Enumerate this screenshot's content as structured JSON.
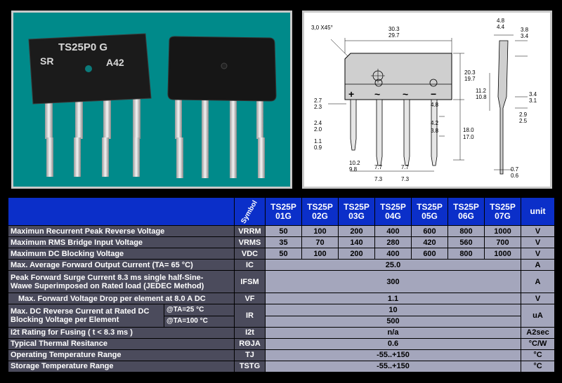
{
  "photo": {
    "left_part_marking_top": "TS25P0 G",
    "left_part_logo": "SR",
    "left_part_marking_bottom": "A42"
  },
  "drawing": {
    "chamfer": "3,0 X45°",
    "width_max": "30.3",
    "width_min": "29.7",
    "body_height_max": "20.3",
    "body_height_min": "19.7",
    "pin_top_max": "2.7",
    "pin_top_min": "2.3",
    "hole_dim": "4.8",
    "pin_width_max": "2.4",
    "pin_width_min": "2.0",
    "pin_thick_max": "1.1",
    "pin_thick_min": "0.9",
    "side_gap_max": "4.2",
    "side_gap_min": "3.8",
    "lead_len_max": "18.0",
    "lead_len_min": "17.0",
    "first_pitch_max": "10.2",
    "first_pitch_min": "9.8",
    "pitch2_max": "7.7",
    "pitch2_min": "7.3",
    "pitch3_max": "7.7",
    "pitch3_min": "7.3",
    "side_thick_max": "4.8",
    "side_thick_min": "4.4",
    "side_top_max": "3.8",
    "side_top_min": "3.4",
    "side_body_max": "11.2",
    "side_body_min": "10.8",
    "side_step_max": "3.4",
    "side_step_min": "3.1",
    "side_lower_max": "2.9",
    "side_lower_min": "2.5",
    "lead_thick_max": "0.7",
    "lead_thick_min": "0.6",
    "pin_plus": "+",
    "pin_ac": "~",
    "pin_minus": "−"
  },
  "table": {
    "symbol_header": "Symbol",
    "unit_header": "unit",
    "models": [
      {
        "line1": "TS25P",
        "line2": "01G"
      },
      {
        "line1": "TS25P",
        "line2": "02G"
      },
      {
        "line1": "TS25P",
        "line2": "03G"
      },
      {
        "line1": "TS25P",
        "line2": "04G"
      },
      {
        "line1": "TS25P",
        "line2": "05G"
      },
      {
        "line1": "TS25P",
        "line2": "06G"
      },
      {
        "line1": "TS25P",
        "line2": "07G"
      }
    ],
    "rows": {
      "vrrm": {
        "param": "Maximun Recurrent Peak Reverse Voltage",
        "symbol": "VRRM",
        "values": [
          "50",
          "100",
          "200",
          "400",
          "600",
          "800",
          "1000"
        ],
        "unit": "V"
      },
      "vrms": {
        "param": "Maximum RMS Bridge Input Voltage",
        "symbol": "VRMS",
        "values": [
          "35",
          "70",
          "140",
          "280",
          "420",
          "560",
          "700"
        ],
        "unit": "V"
      },
      "vdc": {
        "param": "Maximum  DC Blocking Voltage",
        "symbol": "VDC",
        "values": [
          "50",
          "100",
          "200",
          "400",
          "600",
          "800",
          "1000"
        ],
        "unit": "V"
      },
      "ic": {
        "param": "Max. Average Forward Output Current (TA= 65 °C)",
        "symbol": "IC",
        "value": "25.0",
        "unit": "A"
      },
      "ifsm": {
        "param_line1": "Peak Forward Surge Current 8.3 ms single half-Sine-",
        "param_line2": "Wawe Superimposed on Rated load (JEDEC Method)",
        "symbol": "IFSM",
        "value": "300",
        "unit": "A"
      },
      "vf": {
        "param": "Max. Forward Voltage Drop per element at 8.0 A DC",
        "symbol": "VF",
        "value": "1.1",
        "unit": "V"
      },
      "ir": {
        "param_line1": "Max. DC Reverse Current at   Rated DC",
        "param_line2": "Blocking Voltage per Element",
        "cond1": "@TA=25 °C",
        "cond2": "@TA=100 °C",
        "symbol": "IR",
        "value1": "10",
        "value2": "500",
        "unit": "uA"
      },
      "i2t": {
        "param": "I2t Rating for Fusing  ( t < 8.3 ms )",
        "symbol": "I2t",
        "value": "n/a",
        "unit": "A2sec"
      },
      "rth": {
        "param": "Typical Thermal Resitance",
        "symbol": "RΘJA",
        "value": "0.6",
        "unit": "°C/W"
      },
      "tj": {
        "param": "Operating Temperature Range",
        "symbol": "TJ",
        "value": "-55..+150",
        "unit": "°C"
      },
      "tstg": {
        "param": "Storage Temperature Range",
        "symbol": "TSTG",
        "value": "-55..+150",
        "unit": "°C"
      }
    }
  }
}
